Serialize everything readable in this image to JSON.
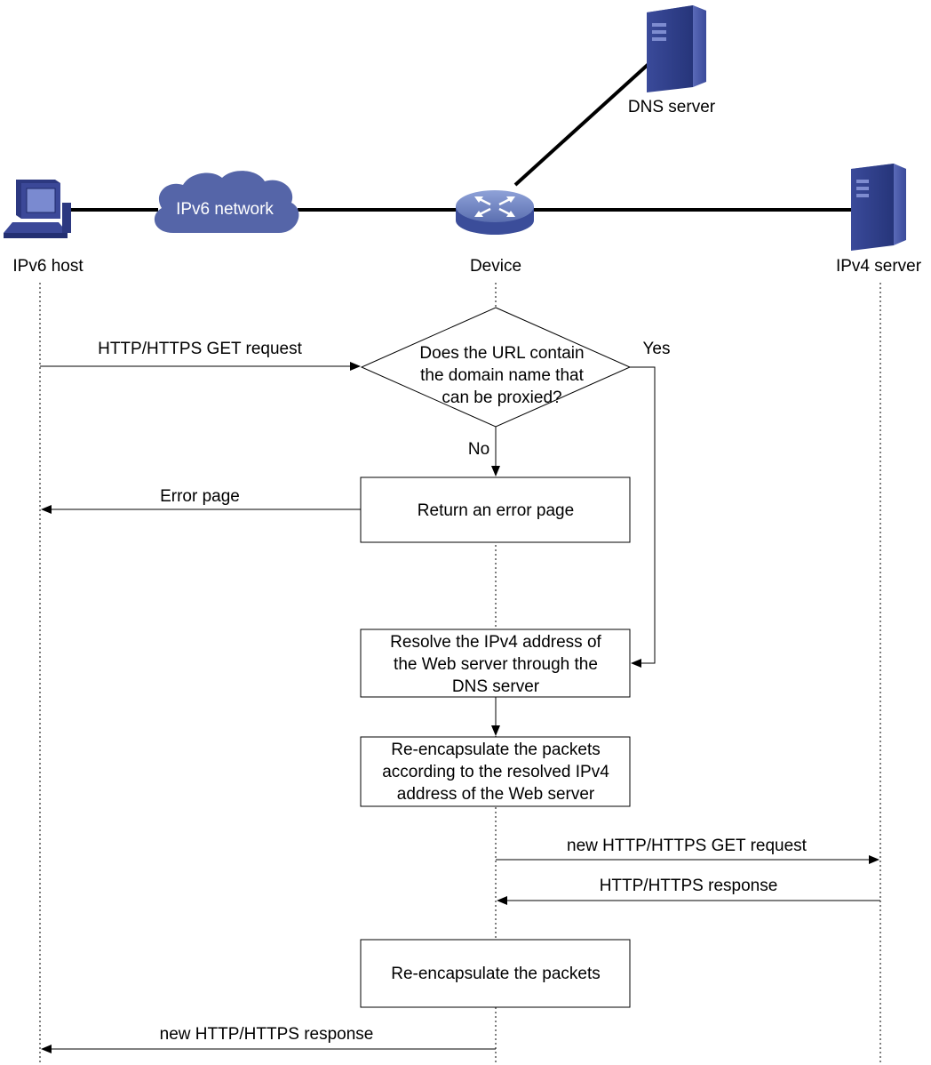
{
  "nodes": {
    "ipv6_host": "IPv6 host",
    "ipv6_network": "IPv6 network",
    "device": "Device",
    "dns_server": "DNS server",
    "ipv4_server": "IPv4 server"
  },
  "decision": {
    "lines": [
      "Does the URL contain",
      "the domain name that",
      "can be proxied?"
    ],
    "yes": "Yes",
    "no": "No"
  },
  "boxes": {
    "error": [
      "Return an error page"
    ],
    "resolve": [
      "Resolve the IPv4 address of",
      "the Web server through the",
      "DNS server"
    ],
    "reencap1": [
      "Re-encapsulate the packets",
      "according to the resolved IPv4",
      "address of the Web server"
    ],
    "reencap2": [
      "Re-encapsulate the packets"
    ]
  },
  "messages": {
    "get_request": "HTTP/HTTPS GET request",
    "error_page": "Error page",
    "new_get_request": "new HTTP/HTTPS GET request",
    "response": "HTTP/HTTPS response",
    "new_response": "new HTTP/HTTPS response"
  },
  "colors": {
    "device_blue": "#5b6fb0",
    "server_blue": "#2f3f8c",
    "cloud_blue": "#5565a8",
    "line": "#000000"
  },
  "icons": {
    "host": "computer-icon",
    "cloud": "cloud-icon",
    "device": "router-icon",
    "server": "server-icon"
  }
}
